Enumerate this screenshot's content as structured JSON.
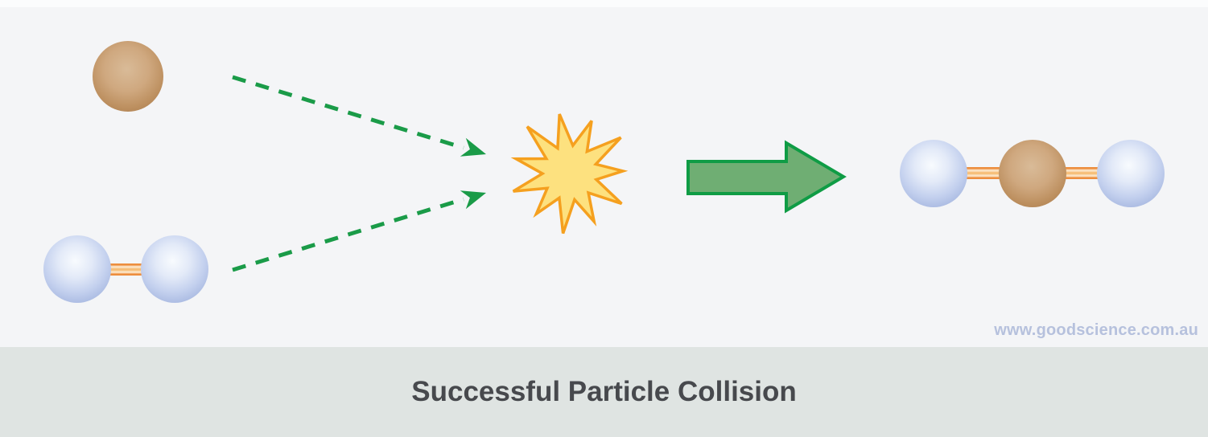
{
  "caption": {
    "title": "Successful Particle Collision"
  },
  "watermark": {
    "text": "www.goodscience.com.au"
  },
  "colors": {
    "canvas_background": "#f4f5f7",
    "caption_bar_background": "#dfe4e2",
    "caption_text": "#47494d",
    "watermark_text": "#b6c1dd",
    "dashed_arrow_green": "#1a9b48",
    "reaction_arrow_fill": "#6fae73",
    "reaction_arrow_stroke": "#0f9c45",
    "starburst_fill": "#fde17f",
    "starburst_stroke": "#f5a01f",
    "bond_orange": "#ed8e3e",
    "brown_atom": "#c49a6c",
    "blue_atom": "#c3d0ee"
  },
  "diagram": {
    "reactant_atom": "brown atom",
    "reactant_molecule": "blue diatomic molecule with orange bond",
    "collision_marker": "yellow starburst",
    "reaction_arrow": "green block arrow",
    "product_molecule": "blue-brown-blue triatomic molecule with orange bonds"
  }
}
